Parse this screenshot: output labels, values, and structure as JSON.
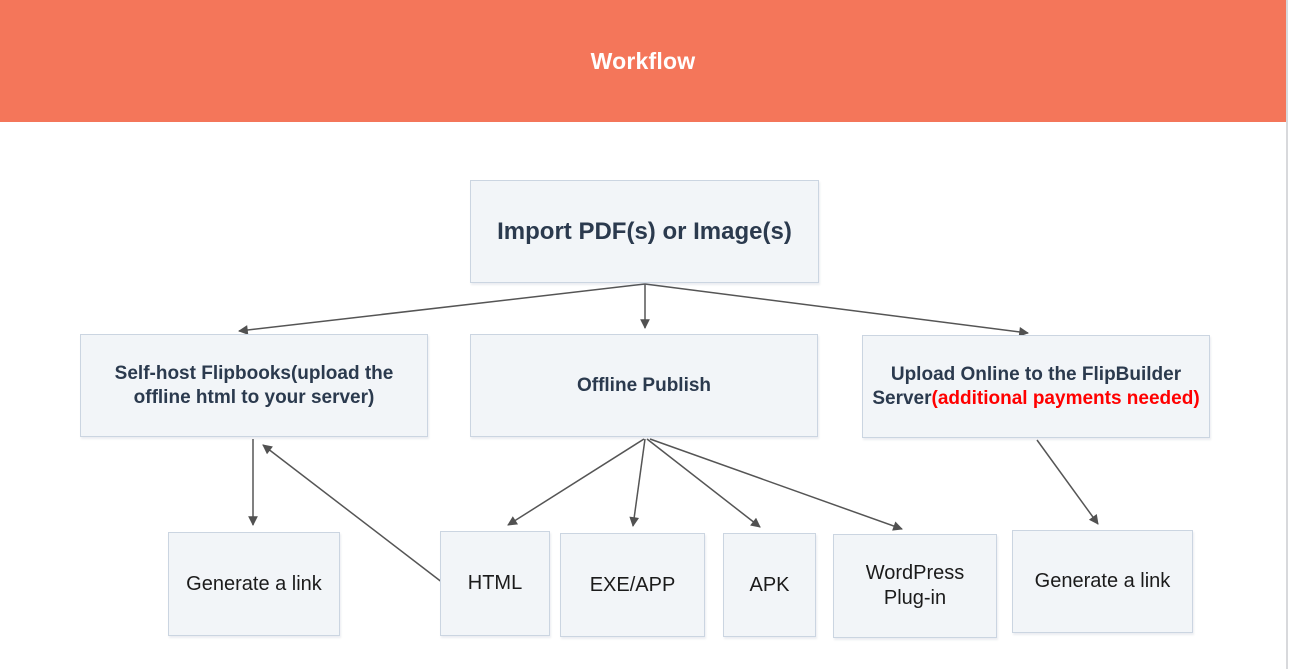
{
  "header": {
    "title": "Workflow",
    "background_color": "#f4765a",
    "text_color": "#ffffff"
  },
  "colors": {
    "node_fill": "#f2f5f8",
    "node_border": "#cbd5e1",
    "node_text_bold": "#2b3a4e",
    "node_text_plain": "#1b1b1b",
    "warning_text": "#ff0000",
    "arrow": "#555555",
    "page_edge_line": "#d8d9dc"
  },
  "diagram": {
    "nodes": {
      "import": {
        "label": "Import PDF(s) or Image(s)"
      },
      "self_host": {
        "label": "Self-host Flipbooks(upload the offline html to your server)"
      },
      "offline_publish": {
        "label": "Offline Publish"
      },
      "upload_online": {
        "label_main": "Upload Online to the FlipBuilder Server",
        "label_warning": "(additional payments needed)"
      },
      "generate_link_left": {
        "label": "Generate a link"
      },
      "html_output": {
        "label": "HTML"
      },
      "exe_app": {
        "label": "EXE/APP"
      },
      "apk": {
        "label": "APK"
      },
      "wordpress_plugin": {
        "label": "WordPress Plug-in"
      },
      "generate_link_right": {
        "label": "Generate a link"
      }
    },
    "edges": [
      {
        "from": "import",
        "to": "self_host"
      },
      {
        "from": "import",
        "to": "offline_publish"
      },
      {
        "from": "import",
        "to": "upload_online"
      },
      {
        "from": "self_host",
        "to": "generate_link_left"
      },
      {
        "from": "html_output",
        "to": "self_host"
      },
      {
        "from": "offline_publish",
        "to": "html_output"
      },
      {
        "from": "offline_publish",
        "to": "exe_app"
      },
      {
        "from": "offline_publish",
        "to": "apk"
      },
      {
        "from": "offline_publish",
        "to": "wordpress_plugin"
      },
      {
        "from": "upload_online",
        "to": "generate_link_right"
      }
    ]
  }
}
